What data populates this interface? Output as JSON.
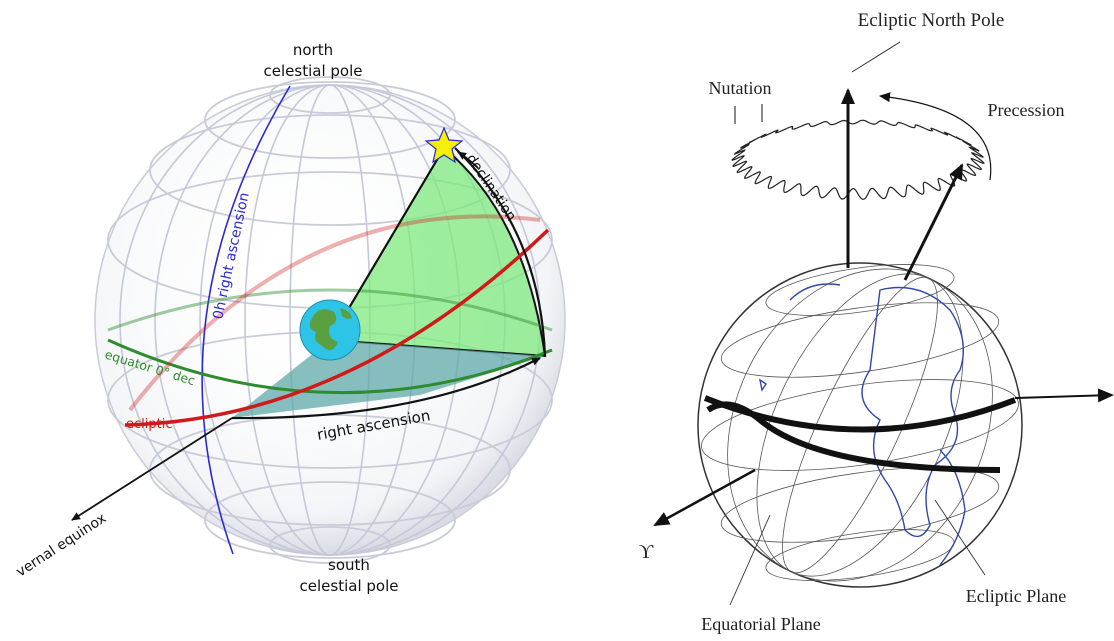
{
  "colors": {
    "sphere_grid": "#c9ccd8",
    "hour_circle": "#2a2ad0",
    "equator": "#2e8b2e",
    "ecliptic": "#d01a1a",
    "wedge_green": "#7de87d",
    "wedge_teal": "#5fa8a8",
    "star": "#f4f000",
    "earth_ocean": "#2ec4e8",
    "earth_land": "#5aa040",
    "ink": "#111111",
    "globe_line": "#333333",
    "continent": "#3048a8"
  },
  "icons": {
    "star": "star-icon",
    "earth": "earth-icon",
    "arrow": "arrow-icon"
  },
  "left": {
    "north_pole_line1": "north",
    "north_pole_line2": "celestial pole",
    "south_pole_line1": "south",
    "south_pole_line2": "celestial pole",
    "hour_circle_label": "0h right ascension",
    "declination_label": "declination",
    "equator_label": "equator 0° dec",
    "ecliptic_label": "ecliptic",
    "ra_label": "right ascension",
    "equinox_label": "vernal equinox"
  },
  "right": {
    "ecliptic_north_pole": "Ecliptic North Pole",
    "nutation": "Nutation",
    "precession": "Precession",
    "aries_symbol": "ϒ",
    "equatorial_plane": "Equatorial Plane",
    "ecliptic_plane": "Ecliptic Plane"
  }
}
